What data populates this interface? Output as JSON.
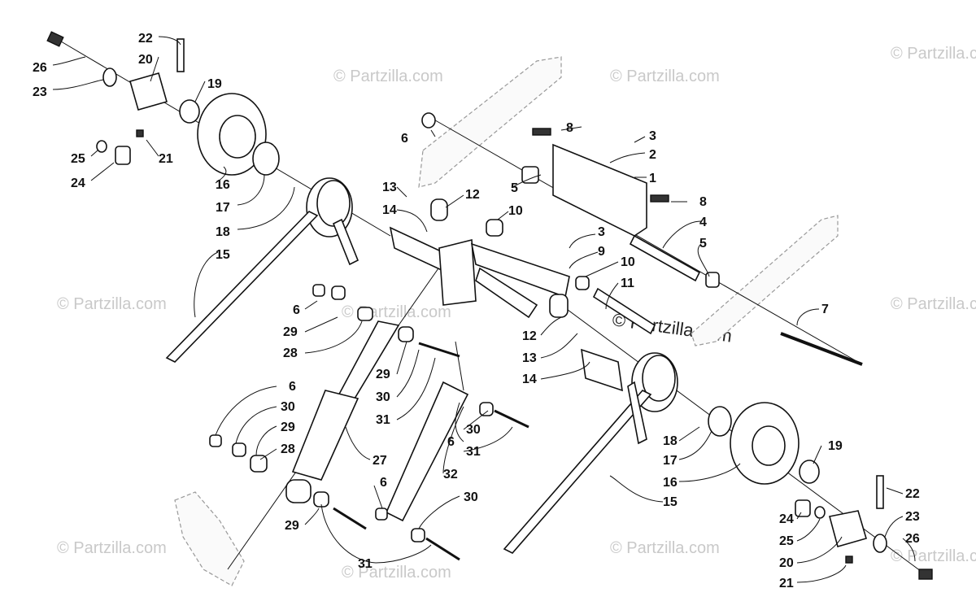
{
  "watermark": {
    "text": "© Partzilla.com",
    "main_text": "© Partzilla.com"
  },
  "callouts": [
    {
      "id": "c-22-tl",
      "text": "22"
    },
    {
      "id": "c-26-tl",
      "text": "26"
    },
    {
      "id": "c-20-tl",
      "text": "20"
    },
    {
      "id": "c-23-tl",
      "text": "23"
    },
    {
      "id": "c-19-tl",
      "text": "19"
    },
    {
      "id": "c-21-tl",
      "text": "21"
    },
    {
      "id": "c-25-tl",
      "text": "25"
    },
    {
      "id": "c-24-tl",
      "text": "24"
    },
    {
      "id": "c-16-tl",
      "text": "16"
    },
    {
      "id": "c-17-tl",
      "text": "17"
    },
    {
      "id": "c-18-tl",
      "text": "18"
    },
    {
      "id": "c-15-tl",
      "text": "15"
    },
    {
      "id": "c-6-a",
      "text": "6"
    },
    {
      "id": "c-8-a",
      "text": "8"
    },
    {
      "id": "c-3-a",
      "text": "3"
    },
    {
      "id": "c-2",
      "text": "2"
    },
    {
      "id": "c-1",
      "text": "1"
    },
    {
      "id": "c-8-b",
      "text": "8"
    },
    {
      "id": "c-4",
      "text": "4"
    },
    {
      "id": "c-5-a",
      "text": "5"
    },
    {
      "id": "c-5-b",
      "text": "5"
    },
    {
      "id": "c-7",
      "text": "7"
    },
    {
      "id": "c-13-a",
      "text": "13"
    },
    {
      "id": "c-12-a",
      "text": "12"
    },
    {
      "id": "c-14-a",
      "text": "14"
    },
    {
      "id": "c-10-a",
      "text": "10"
    },
    {
      "id": "c-3-b",
      "text": "3"
    },
    {
      "id": "c-9",
      "text": "9"
    },
    {
      "id": "c-10-b",
      "text": "10"
    },
    {
      "id": "c-11",
      "text": "11"
    },
    {
      "id": "c-12-b",
      "text": "12"
    },
    {
      "id": "c-13-b",
      "text": "13"
    },
    {
      "id": "c-14-b",
      "text": "14"
    },
    {
      "id": "c-6-b",
      "text": "6"
    },
    {
      "id": "c-29-a",
      "text": "29"
    },
    {
      "id": "c-28-a",
      "text": "28"
    },
    {
      "id": "c-29-b",
      "text": "29"
    },
    {
      "id": "c-30-a",
      "text": "30"
    },
    {
      "id": "c-31-a",
      "text": "31"
    },
    {
      "id": "c-6-c",
      "text": "6"
    },
    {
      "id": "c-30-b",
      "text": "30"
    },
    {
      "id": "c-29-c",
      "text": "29"
    },
    {
      "id": "c-28-b",
      "text": "28"
    },
    {
      "id": "c-27",
      "text": "27"
    },
    {
      "id": "c-6-d",
      "text": "6"
    },
    {
      "id": "c-30-c",
      "text": "30"
    },
    {
      "id": "c-31-b",
      "text": "31"
    },
    {
      "id": "c-32",
      "text": "32"
    },
    {
      "id": "c-6-e",
      "text": "6"
    },
    {
      "id": "c-30-d",
      "text": "30"
    },
    {
      "id": "c-29-d",
      "text": "29"
    },
    {
      "id": "c-31-c",
      "text": "31"
    },
    {
      "id": "c-18-br",
      "text": "18"
    },
    {
      "id": "c-17-br",
      "text": "17"
    },
    {
      "id": "c-16-br",
      "text": "16"
    },
    {
      "id": "c-15-br",
      "text": "15"
    },
    {
      "id": "c-19-br",
      "text": "19"
    },
    {
      "id": "c-22-br",
      "text": "22"
    },
    {
      "id": "c-24-br",
      "text": "24"
    },
    {
      "id": "c-23-br",
      "text": "23"
    },
    {
      "id": "c-25-br",
      "text": "25"
    },
    {
      "id": "c-26-br",
      "text": "26"
    },
    {
      "id": "c-20-br",
      "text": "20"
    },
    {
      "id": "c-21-br",
      "text": "21"
    }
  ]
}
